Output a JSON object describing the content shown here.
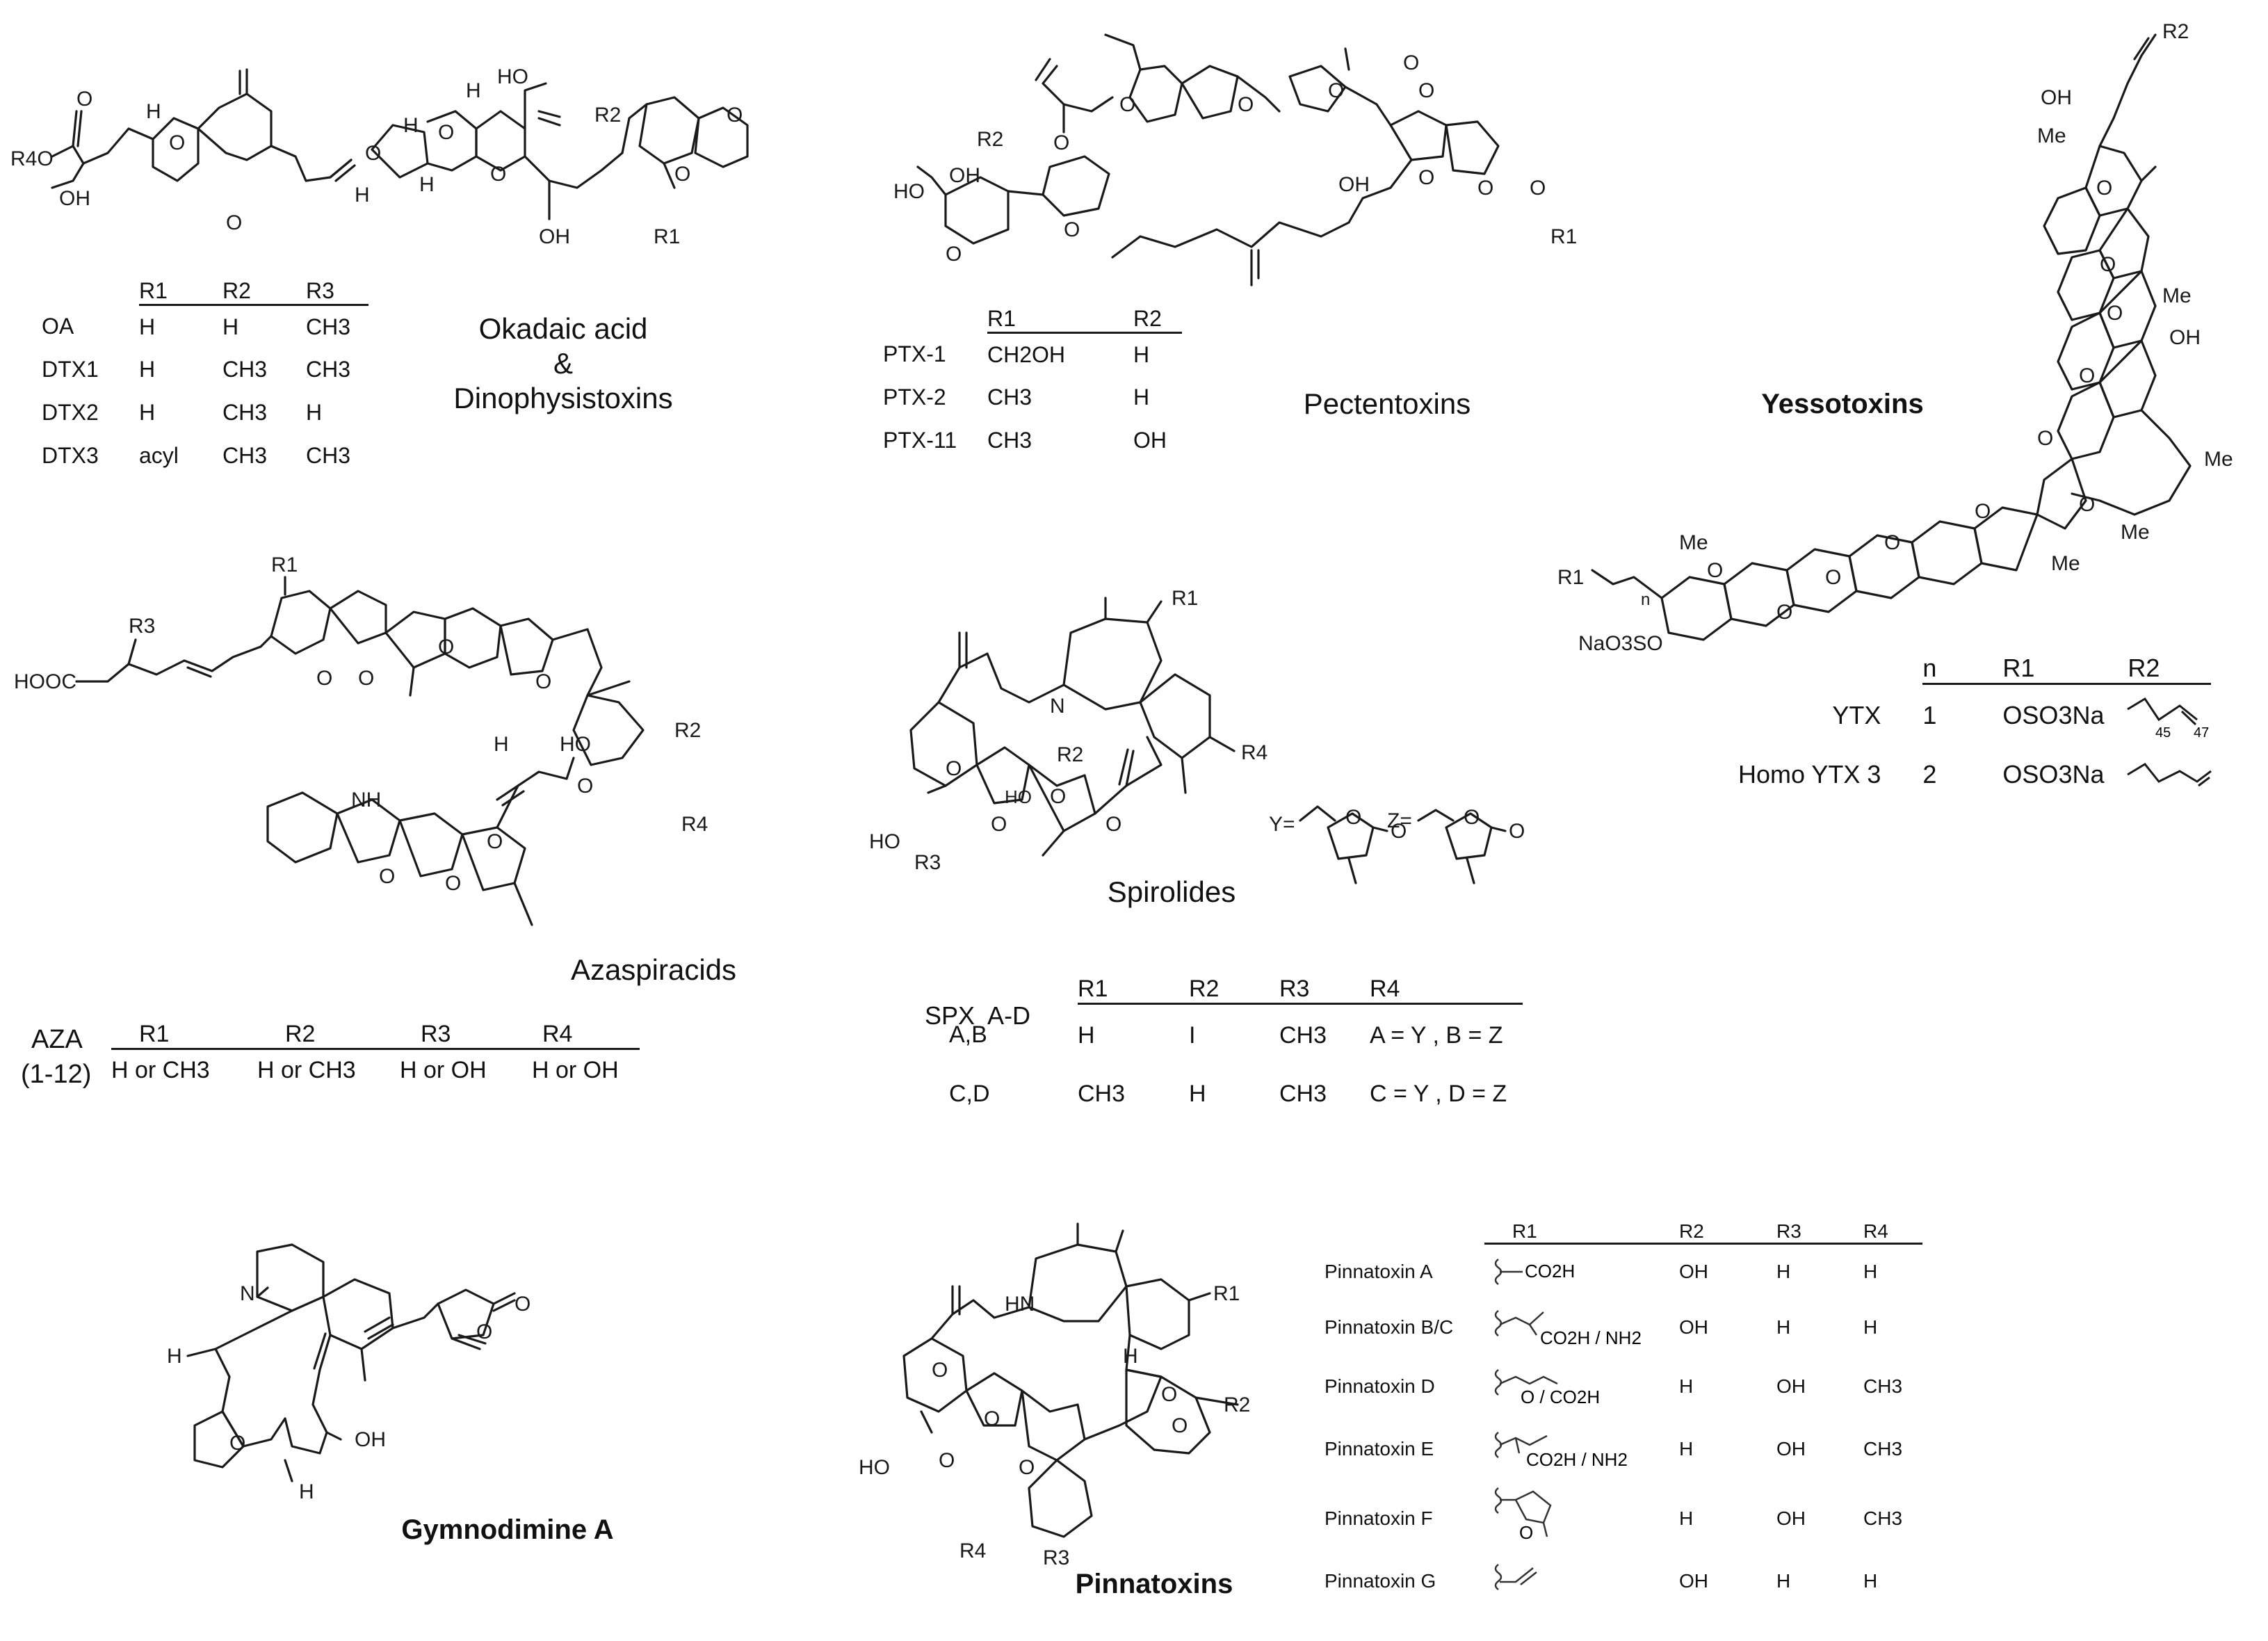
{
  "okadaic": {
    "title": [
      "Okadaic acid",
      "&",
      "Dinophysistoxins"
    ],
    "atoms": [
      "R4O",
      "OH",
      "O",
      "H",
      "O",
      "O",
      "H",
      "H",
      "O",
      "O",
      "HO",
      "H",
      "O",
      "OH",
      "R2",
      "O",
      "O",
      "R1",
      "H"
    ],
    "headers": [
      "R1",
      "R2",
      "R3"
    ],
    "rows": [
      {
        "name": "OA",
        "r1": "H",
        "r2": "H",
        "r3": "CH3"
      },
      {
        "name": "DTX1",
        "r1": "H",
        "r2": "CH3",
        "r3": "CH3"
      },
      {
        "name": "DTX2",
        "r1": "H",
        "r2": "CH3",
        "r3": "H"
      },
      {
        "name": "DTX3",
        "r1": "acyl",
        "r2": "CH3",
        "r3": "CH3"
      }
    ]
  },
  "pectenotoxins": {
    "title": "Pectentoxins",
    "atoms": [
      "O",
      "O",
      "O",
      "R2",
      "O",
      "HO",
      "OH",
      "O",
      "O",
      "O",
      "O",
      "OH",
      "O",
      "O",
      "O",
      "R1"
    ],
    "headers": [
      "R1",
      "R2"
    ],
    "rows": [
      {
        "name": "PTX-1",
        "r1": "CH2OH",
        "r2": "H"
      },
      {
        "name": "PTX-2",
        "r1": "CH3",
        "r2": "H"
      },
      {
        "name": "PTX-11",
        "r1": "CH3",
        "r2": "OH"
      }
    ]
  },
  "yessotoxins": {
    "title": "Yessotoxins",
    "atoms": [
      "R2",
      "OH",
      "Me",
      "O",
      "O",
      "Me",
      "O",
      "OH",
      "O",
      "O",
      "Me",
      "O",
      "Me",
      "O",
      "Me",
      "O",
      "O",
      "O",
      "O",
      "Me",
      "NaO3SO",
      "R1",
      "n"
    ],
    "headers": [
      "n",
      "R1",
      "R2"
    ],
    "rows": [
      {
        "name": "YTX",
        "n": "1",
        "r1": "OSO3Na",
        "pos_a": "45",
        "pos_b": "47"
      },
      {
        "name": "Homo YTX 3",
        "n": "2",
        "r1": "OSO3Na"
      }
    ]
  },
  "azaspiracids": {
    "title": "Azaspiracids",
    "atoms": [
      "R1",
      "HOOC",
      "R3",
      "O",
      "O",
      "O",
      "O",
      "H",
      "HO",
      "R2",
      "NH",
      "O",
      "O",
      "O",
      "O",
      "R4"
    ],
    "label_lines": [
      "AZA",
      "(1-12)"
    ],
    "headers": [
      "R1",
      "R2",
      "R3",
      "R4"
    ],
    "values": [
      "H or CH3",
      "H or CH3",
      "H or OH",
      "H or OH"
    ]
  },
  "spirolides": {
    "title": "Spirolides",
    "atoms": [
      "R1",
      "N",
      "R2",
      "R4",
      "O",
      "O",
      "O",
      "O",
      "HO",
      "HO",
      "R3",
      "Y=",
      "O",
      "O",
      "Z=",
      "O",
      "O"
    ],
    "label": "SPX  A-D",
    "headers": [
      "R1",
      "R2",
      "R3",
      "R4"
    ],
    "rows": [
      {
        "name": "A,B",
        "r1": "H",
        "r2": "I",
        "r3": "CH3",
        "r4": "A = Y , B = Z"
      },
      {
        "name": "C,D",
        "r1": "CH3",
        "r2": "H",
        "r3": "CH3",
        "r4": "C = Y , D = Z"
      }
    ]
  },
  "gymnodimine": {
    "title": "Gymnodimine A",
    "atoms": [
      "N",
      "O",
      "O",
      "H",
      "O",
      "OH",
      "H"
    ]
  },
  "pinnatoxins": {
    "title": "Pinnatoxins",
    "atoms": [
      "R1",
      "HN",
      "H",
      "O",
      "O",
      "O",
      "R2",
      "O",
      "HO",
      "O",
      "O",
      "R4",
      "R3"
    ],
    "headers": [
      "R1",
      "R2",
      "R3",
      "R4"
    ],
    "rows": [
      {
        "name": "Pinnatoxin A",
        "r1": "CO2H",
        "r2": "OH",
        "r3": "H",
        "r4": "H"
      },
      {
        "name": "Pinnatoxin B/C",
        "r1": "CO2H / NH2",
        "r2": "OH",
        "r3": "H",
        "r4": "H"
      },
      {
        "name": "Pinnatoxin D",
        "r1": "O / CO2H",
        "r2": "H",
        "r3": "OH",
        "r4": "CH3"
      },
      {
        "name": "Pinnatoxin E",
        "r1": "CO2H / NH2",
        "r2": "H",
        "r3": "OH",
        "r4": "CH3"
      },
      {
        "name": "Pinnatoxin F",
        "r1": "O",
        "r2": "H",
        "r3": "OH",
        "r4": "CH3"
      },
      {
        "name": "Pinnatoxin G",
        "r1": "",
        "r2": "OH",
        "r3": "H",
        "r4": "H"
      }
    ]
  }
}
